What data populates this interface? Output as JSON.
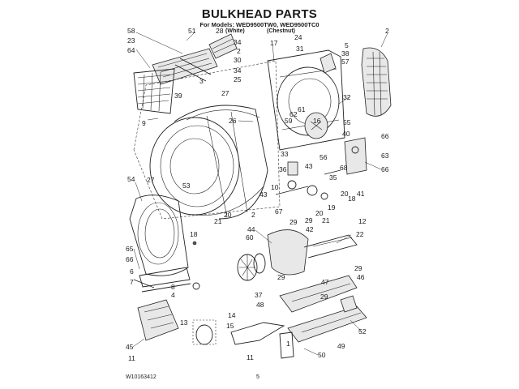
{
  "header": {
    "title": "BULKHEAD PARTS",
    "subtitle": "For Models: WED9500TW0, WED9500TC0",
    "variant_white": "(White)",
    "variant_chestnut": "(Chestnut)"
  },
  "footer": {
    "doc_number": "W10163412",
    "page_number": "5"
  },
  "callouts": {
    "c1": "58",
    "c2": "51",
    "c3": "28",
    "c4": "23",
    "c5": "64",
    "c6": "3",
    "c7": "39",
    "c8": "34",
    "c9": "2",
    "c10": "30",
    "c11": "34",
    "c12": "25",
    "c13": "17",
    "c14": "24",
    "c15": "31",
    "c16": "38",
    "c17": "57",
    "c18": "5",
    "c19": "2",
    "c20": "27",
    "c21": "9",
    "c22": "26",
    "c23": "61",
    "c24": "62",
    "c25": "59",
    "c26": "32",
    "c27": "16",
    "c28": "55",
    "c29": "40",
    "c30": "66",
    "c31": "56",
    "c32": "63",
    "c33": "33",
    "c34": "43",
    "c35": "68",
    "c36": "36",
    "c37": "66",
    "c38": "35",
    "c39": "27",
    "c40": "53",
    "c41": "10",
    "c42": "43",
    "c43": "20",
    "c44": "18",
    "c45": "41",
    "c46": "54",
    "c47": "19",
    "c48": "20",
    "c49": "29",
    "c50": "21",
    "c51": "20",
    "c52": "2",
    "c53": "67",
    "c54": "29",
    "c55": "12",
    "c56": "21",
    "c57": "18",
    "c58": "44",
    "c59": "42",
    "c60": "60",
    "c61": "22",
    "c62": "65",
    "c63": "66",
    "c64": "6",
    "c65": "7",
    "c66": "8",
    "c67": "4",
    "c68": "29",
    "c69": "29",
    "c70": "47",
    "c71": "46",
    "c72": "37",
    "c73": "48",
    "c74": "29",
    "c75": "13",
    "c76": "14",
    "c77": "15",
    "c78": "45",
    "c79": "11",
    "c80": "52",
    "c81": "49",
    "c82": "11",
    "c83": "50",
    "c84": "1"
  }
}
